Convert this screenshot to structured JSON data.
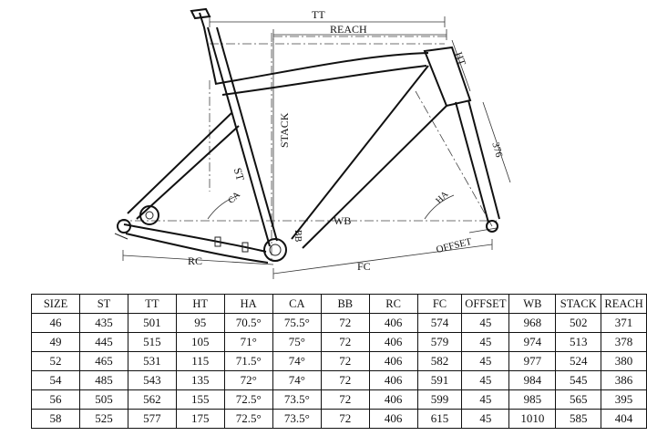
{
  "diagram": {
    "labels": {
      "tt": "TT",
      "reach": "REACH",
      "ht": "HT",
      "stack": "STACK",
      "st": "ST",
      "ca": "CA",
      "ha": "HA",
      "wb": "WB",
      "bb": "BB",
      "offset": "OFFSET",
      "rc": "RC",
      "fc": "FC",
      "fork_length": "376"
    }
  },
  "table": {
    "headers": [
      "SIZE",
      "ST",
      "TT",
      "HT",
      "HA",
      "CA",
      "BB",
      "RC",
      "FC",
      "OFFSET",
      "WB",
      "STACK",
      "REACH"
    ],
    "rows": [
      [
        "46",
        "435",
        "501",
        "95",
        "70.5°",
        "75.5°",
        "72",
        "406",
        "574",
        "45",
        "968",
        "502",
        "371"
      ],
      [
        "49",
        "445",
        "515",
        "105",
        "71°",
        "75°",
        "72",
        "406",
        "579",
        "45",
        "974",
        "513",
        "378"
      ],
      [
        "52",
        "465",
        "531",
        "115",
        "71.5°",
        "74°",
        "72",
        "406",
        "582",
        "45",
        "977",
        "524",
        "380"
      ],
      [
        "54",
        "485",
        "543",
        "135",
        "72°",
        "74°",
        "72",
        "406",
        "591",
        "45",
        "984",
        "545",
        "386"
      ],
      [
        "56",
        "505",
        "562",
        "155",
        "72.5°",
        "73.5°",
        "72",
        "406",
        "599",
        "45",
        "985",
        "565",
        "395"
      ],
      [
        "58",
        "525",
        "577",
        "175",
        "72.5°",
        "73.5°",
        "72",
        "406",
        "615",
        "45",
        "1010",
        "585",
        "404"
      ]
    ]
  }
}
